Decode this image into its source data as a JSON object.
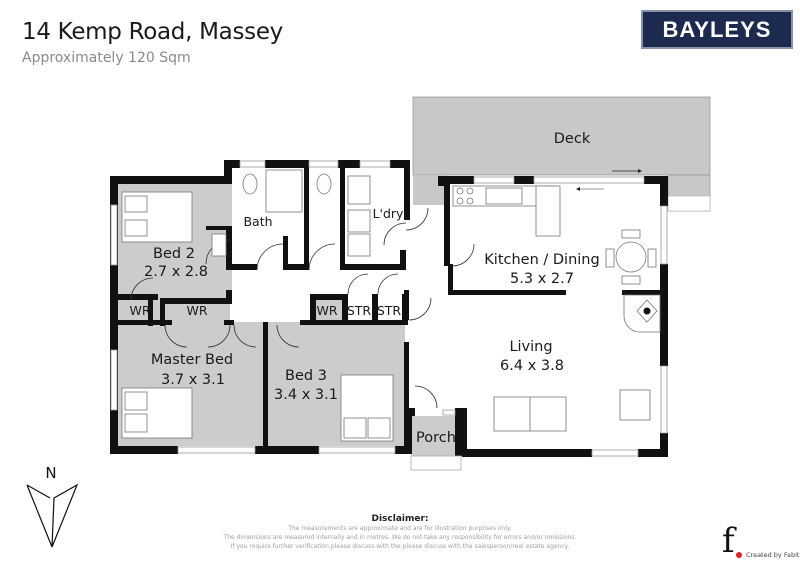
{
  "header": {
    "address": "14 Kemp Road, Massey",
    "area": "Approximately 120 Sqm"
  },
  "logo": {
    "text": "BAYLEYS",
    "bg_color": "#1b2a4e",
    "border_color": "#8893a8"
  },
  "compass": {
    "label": "N",
    "icon": "north-arrow-icon"
  },
  "rooms": {
    "deck": {
      "name": "Deck"
    },
    "bath": {
      "name": "Bath"
    },
    "laundry": {
      "name": "L'dry"
    },
    "bed2": {
      "name": "Bed 2",
      "dims": "2.7 x 2.8"
    },
    "kitchen_dining": {
      "name": "Kitchen / Dining",
      "dims": "5.3 x 2.7"
    },
    "wr1": {
      "name": "WR"
    },
    "wr2": {
      "name": "WR"
    },
    "wr3": {
      "name": "WR"
    },
    "str1": {
      "name": "STR"
    },
    "str2": {
      "name": "STR"
    },
    "master_bed": {
      "name": "Master Bed",
      "dims": "3.7 x 3.1"
    },
    "bed3": {
      "name": "Bed 3",
      "dims": "3.4 x 3.1"
    },
    "living": {
      "name": "Living",
      "dims": "6.4 x 3.8"
    },
    "porch": {
      "name": "Porch"
    }
  },
  "colors": {
    "wall": "#111111",
    "room_fill_grey": "#cccccc",
    "deck_fill": "#c8c8c8"
  },
  "disclaimer": {
    "heading": "Disclaimer:",
    "lines": [
      "The measurements are approximate and are for illustration purposes only.",
      "The dimensions are measured internally and in metres. We do not take any responsibility for errors and/or omissions.",
      "If you require further verification please discuss with the please discuss with the salesperson/real estate agency."
    ]
  },
  "credit": {
    "mark": "f",
    "text": "Created by Fabit"
  }
}
